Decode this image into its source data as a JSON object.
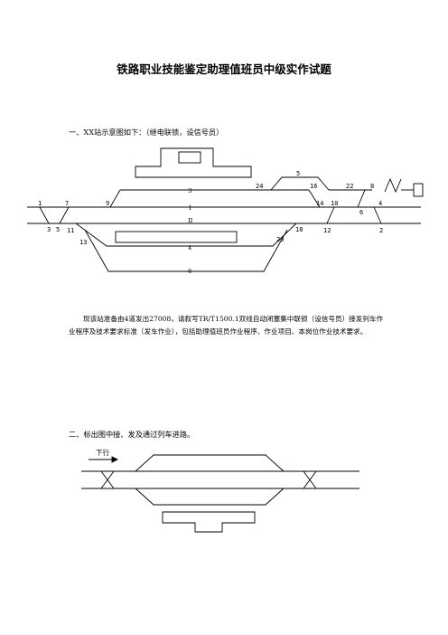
{
  "title": "铁路职业技能鉴定助理值班员中级实作试题",
  "section1": {
    "heading": "一、XX站示意图如下：（继电联锁，设信号员）",
    "paragraph": "现该站准备由4道发出27008，请叙写TR/T1500.1双线自动闭塞集中联锁（设信号员）接发列车作业程序及技术要求标准（发车作业），包括助理值班员作业程序、作业项目、本岗位作业技术要求。"
  },
  "diagram1": {
    "track_labels": [
      "3",
      "I",
      "II",
      "4",
      "6"
    ],
    "switch_labels": [
      "1",
      "7",
      "9",
      "3",
      "5",
      "11",
      "13",
      "24",
      "5",
      "16",
      "22",
      "8",
      "14",
      "10",
      "4",
      "6",
      "18",
      "20",
      "12",
      "2"
    ]
  },
  "section2": {
    "heading": "二、标出图中接、发及通过列车进路。",
    "direction_label": "下行"
  }
}
